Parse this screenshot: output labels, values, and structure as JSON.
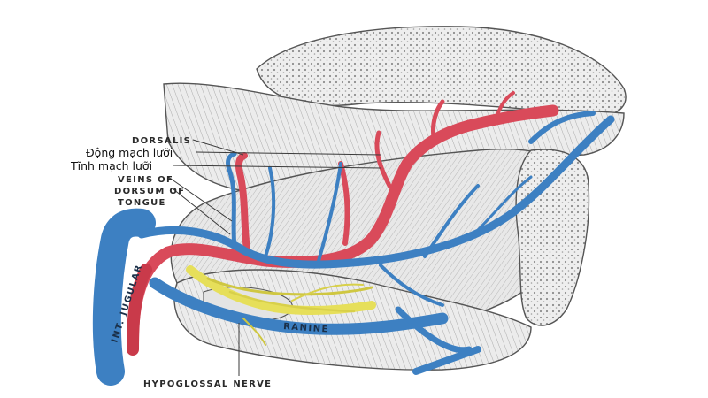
{
  "labels": {
    "dorsalis": "DORSALIS",
    "artery_vi": "Động mạch lưỡi",
    "vein_vi": "Tĩnh mạch lưỡi",
    "veins_line1": "VEINS OF",
    "veins_line2": "DORSUM OF",
    "veins_line3": "TONGUE",
    "int_jugular": "INT. JUGULAR",
    "ranine": "RANINE",
    "hypoglossal": "HYPOGLOSSAL NERVE"
  },
  "colors": {
    "vein": "#3d80c2",
    "artery": "#d94a5a",
    "nerve": "#e6df5a",
    "muscle": "#e2e2e2",
    "ink": "#444444"
  }
}
